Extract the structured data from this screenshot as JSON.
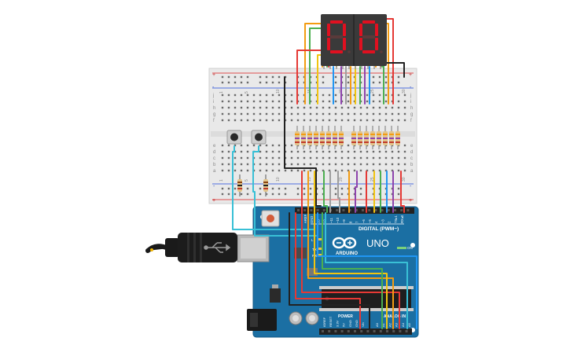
{
  "display": {
    "digits": [
      "0",
      "0"
    ]
  },
  "board": {
    "brand": "ARDUINO",
    "model": "UNO",
    "on_label": "ON",
    "tx_label": "TX",
    "rx_label": "RX",
    "l_label": "L",
    "digital_label": "DIGITAL (PWM~)",
    "power_label": "POWER",
    "analog_label": "ANALOG IN",
    "digital_pins": [
      "AREF",
      "GND",
      "13",
      "12",
      "~11",
      "~10",
      "~9",
      "8",
      "7",
      "~6",
      "~5",
      "4",
      "~3",
      "2",
      "TX▸1",
      "RX◂0"
    ],
    "power_pins": [
      "IOREF",
      "RESET",
      "3.3V",
      "5V",
      "GND",
      "GND",
      "Vin"
    ],
    "analog_pins": [
      "A0",
      "A1",
      "A2",
      "A3",
      "A4",
      "A5"
    ]
  },
  "breadboard": {
    "row_letters_top": [
      "j",
      "i",
      "h",
      "g",
      "f"
    ],
    "row_letters_bottom": [
      "e",
      "d",
      "c",
      "b",
      "a"
    ],
    "col_numbers": [
      "1",
      "5",
      "10",
      "15",
      "20",
      "25",
      "30"
    ],
    "rail_plus": "+",
    "rail_minus": "-"
  },
  "colors": {
    "board": "#1b6fa3",
    "wire_red": "#e53935",
    "wire_orange": "#f39c12",
    "wire_yellow": "#f1c40f",
    "wire_green": "#4caf50",
    "wire_blue": "#2196f3",
    "wire_purple": "#8e44ad",
    "wire_gray": "#9e9e9e",
    "wire_black": "#222222",
    "wire_teal": "#39c0d6",
    "segment_on": "#e01020",
    "display_body": "#3a3a3a"
  }
}
